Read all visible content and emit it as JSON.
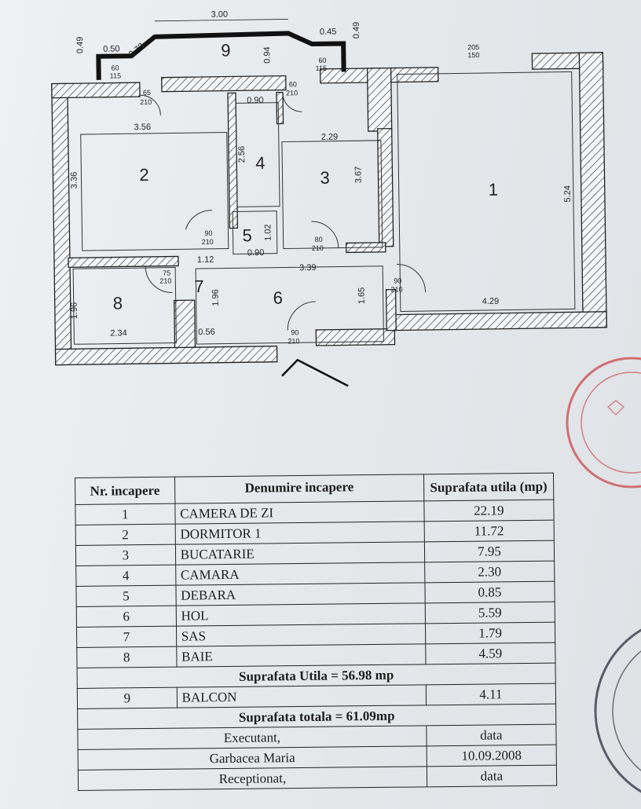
{
  "floorplan": {
    "room_numbers": [
      "1",
      "2",
      "3",
      "4",
      "5",
      "6",
      "7",
      "8",
      "9"
    ],
    "dimensions": {
      "balcony_width": "3.00",
      "balcony_left_depth": "0.49",
      "balcony_left_segment": "0.50",
      "balcony_diag": "0.73",
      "balcony_right_segment": "0.45",
      "balcony_right_depth": "0.49",
      "balcony_depth": "0.94",
      "r2_width": "3.56",
      "r2_depth": "3.36",
      "r4_depth": "2.56",
      "r4_width": "0.90",
      "r3_width": "2.29",
      "r3_depth": "3.67",
      "r1_depth": "5.24",
      "r1_width": "4.29",
      "r5_depth": "1.02",
      "r5_width": "0.90",
      "r7_width": "1.12",
      "r6_width": "3.39",
      "r7_depth": "1.96",
      "r6_depth": "1.65",
      "r8_depth": "1.96",
      "r8_width": "2.34",
      "r7_side": "0.56"
    },
    "window_labels": [
      {
        "w": "60",
        "h": "115"
      },
      {
        "w": "60",
        "h": "115"
      },
      {
        "w": "205",
        "h": "150"
      }
    ],
    "door_labels": [
      {
        "w": "65",
        "h": "210"
      },
      {
        "w": "60",
        "h": "210"
      },
      {
        "w": "90",
        "h": "210"
      },
      {
        "w": "80",
        "h": "210"
      },
      {
        "w": "75",
        "h": "210"
      },
      {
        "w": "90",
        "h": "210"
      },
      {
        "w": "90",
        "h": "210"
      }
    ]
  },
  "table": {
    "header": {
      "nr": "Nr. incapere",
      "name": "Denumire incapere",
      "area": "Suprafata utila (mp)"
    },
    "rows": [
      {
        "nr": "1",
        "name": "CAMERA DE ZI",
        "area": "22.19"
      },
      {
        "nr": "2",
        "name": "DORMITOR 1",
        "area": "11.72"
      },
      {
        "nr": "3",
        "name": "BUCATARIE",
        "area": "7.95"
      },
      {
        "nr": "4",
        "name": "CAMARA",
        "area": "2.30"
      },
      {
        "nr": "5",
        "name": "DEBARA",
        "area": "0.85"
      },
      {
        "nr": "6",
        "name": "HOL",
        "area": "5.59"
      },
      {
        "nr": "7",
        "name": "SAS",
        "area": "1.79"
      },
      {
        "nr": "8",
        "name": "BAIE",
        "area": "4.59"
      }
    ],
    "useful_total": "Suprafata Utila = 56.98  mp",
    "balcony": {
      "nr": "9",
      "name": "BALCON",
      "area": "4.11"
    },
    "grand_total": "Suprafata totala =  61.09mp",
    "executant_label": "Executant,",
    "executant_name": "Garbacea Maria",
    "date_label": "data",
    "date_value": "10.09.2008",
    "receptionat_label": "Receptionat,",
    "date_label_2": "data"
  },
  "colors": {
    "ink": "#1c1c1c",
    "paper": "#e9ecef",
    "stamp_red": "#c94a4a",
    "stamp_dark": "#3a3a4a"
  }
}
